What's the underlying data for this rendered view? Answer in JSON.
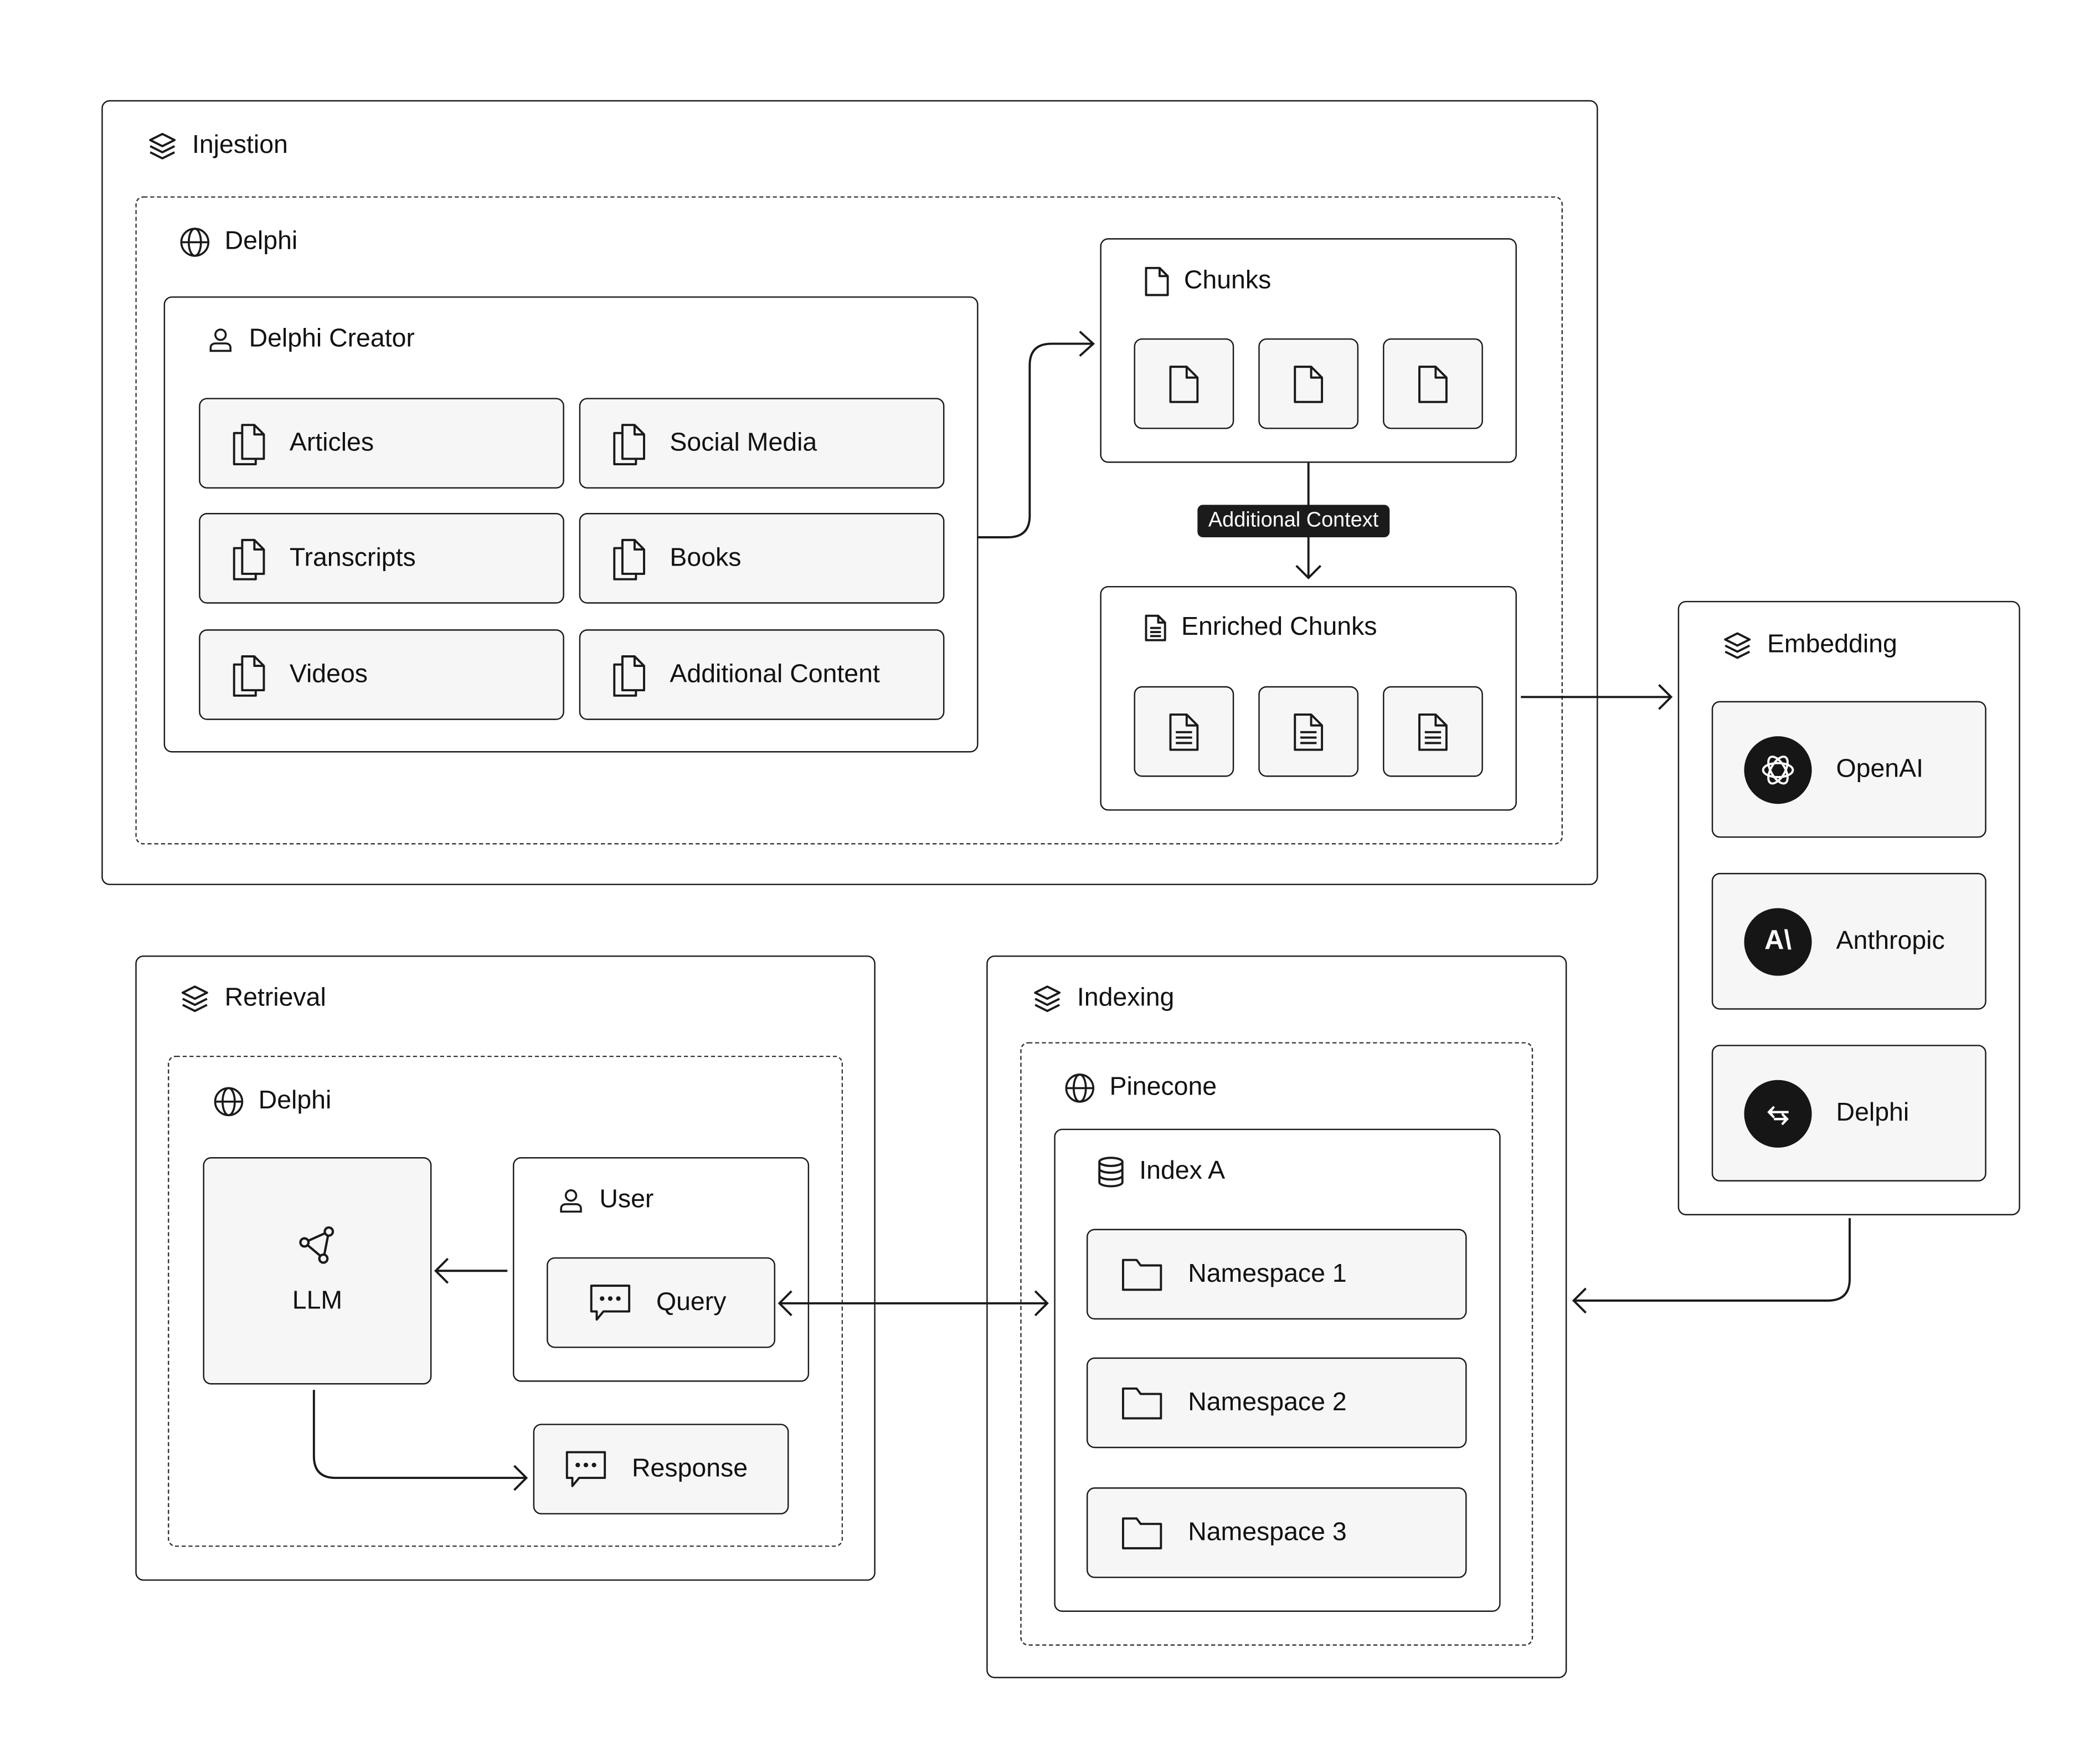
{
  "ingestion": {
    "title": "Injestion",
    "delphi_label": "Delphi",
    "creator": {
      "title": "Delphi Creator",
      "sources": [
        "Articles",
        "Social Media",
        "Transcripts",
        "Books",
        "Videos",
        "Additional Content"
      ]
    },
    "chunks_title": "Chunks",
    "connector_label": "Additional Context",
    "enriched_title": "Enriched Chunks"
  },
  "embedding": {
    "title": "Embedding",
    "providers": [
      {
        "name": "OpenAI",
        "icon": "openai-logo-icon"
      },
      {
        "name": "Anthropic",
        "icon": "anthropic-logo-icon",
        "glyph": "A\\"
      },
      {
        "name": "Delphi",
        "icon": "delphi-logo-icon",
        "glyph": "⥃"
      }
    ]
  },
  "retrieval": {
    "title": "Retrieval",
    "delphi_label": "Delphi",
    "llm_label": "LLM",
    "user_title": "User",
    "query_label": "Query",
    "response_label": "Response"
  },
  "indexing": {
    "title": "Indexing",
    "pinecone_label": "Pinecone",
    "index_title": "Index A",
    "namespaces": [
      "Namespace 1",
      "Namespace 2",
      "Namespace 3"
    ]
  },
  "colors": {
    "stroke": "#1a1a1a",
    "card_fill": "#f6f6f6",
    "badge_fill": "#161616"
  }
}
